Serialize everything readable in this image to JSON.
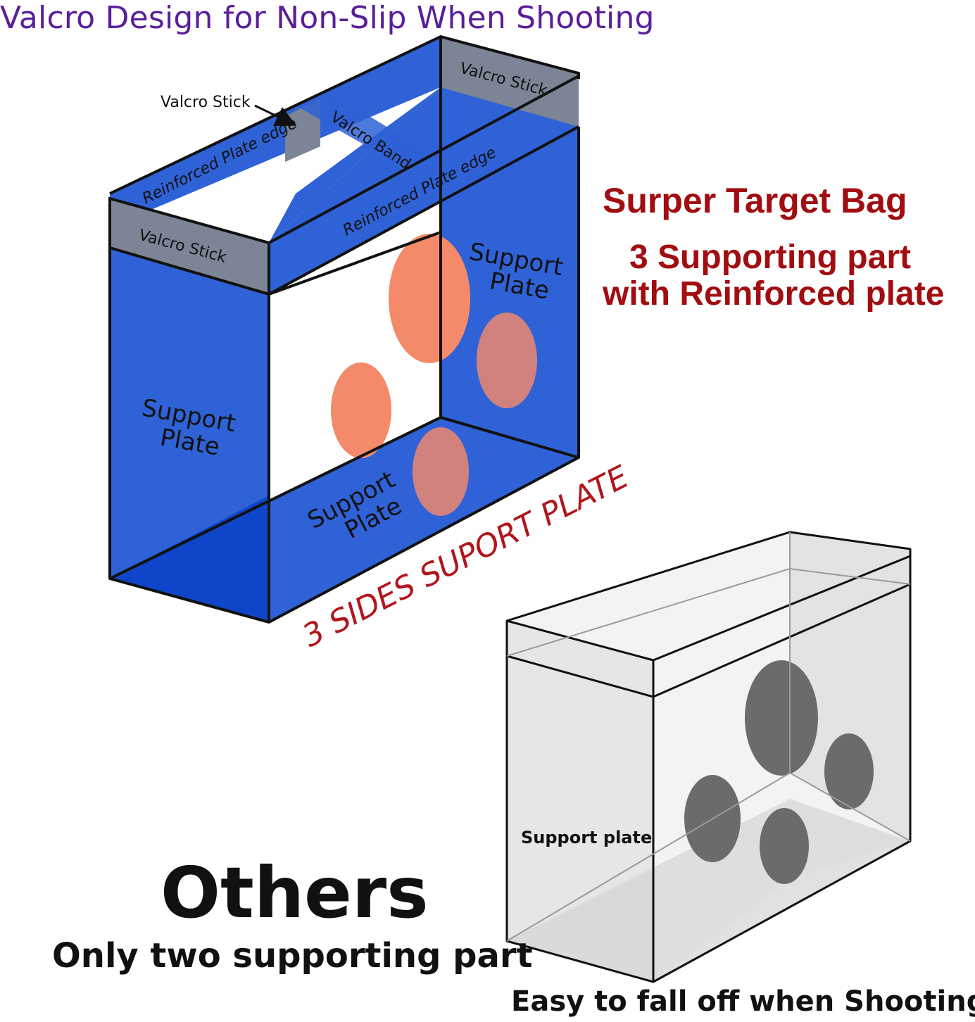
{
  "header": {
    "title": "Valcro Design for Non-Slip When Shooting"
  },
  "right_panel": {
    "title": "Surper Target Bag",
    "subtitle_line1": "3 Supporting part",
    "subtitle_line2": "with Reinforced plate"
  },
  "blue_bag": {
    "labels": {
      "valcro_stick_callout": "Valcro Stick",
      "valcro_stick_top": "Valcro Stick",
      "valcro_stick_front": "Valcro Stick",
      "valcro_band": "Valcro Band",
      "reinforced_edge_back": "Reinforced Plate edge",
      "reinforced_edge_front": "Reinforced Plate edge",
      "support_left_1": "Support",
      "support_left_2": "Plate",
      "support_right_1": "Support",
      "support_right_2": "Plate",
      "support_bottom_1": "Support",
      "support_bottom_2": "Plate",
      "sides_banner": "3 SIDES SUPORT PLATE"
    },
    "colors": {
      "blue": "#2f62d6",
      "dark_blue": "#0f45c8",
      "grey_band": "#7c8496",
      "target": "#f58a6a",
      "banner": "#b0151b"
    }
  },
  "others": {
    "title": "Others",
    "subtitle": "Only two supporting part",
    "support_label": "Support plate",
    "caption": "Easy to fall off when Shooting",
    "colors": {
      "panel": "#e6e6e6",
      "target": "#6b6b6b"
    }
  }
}
